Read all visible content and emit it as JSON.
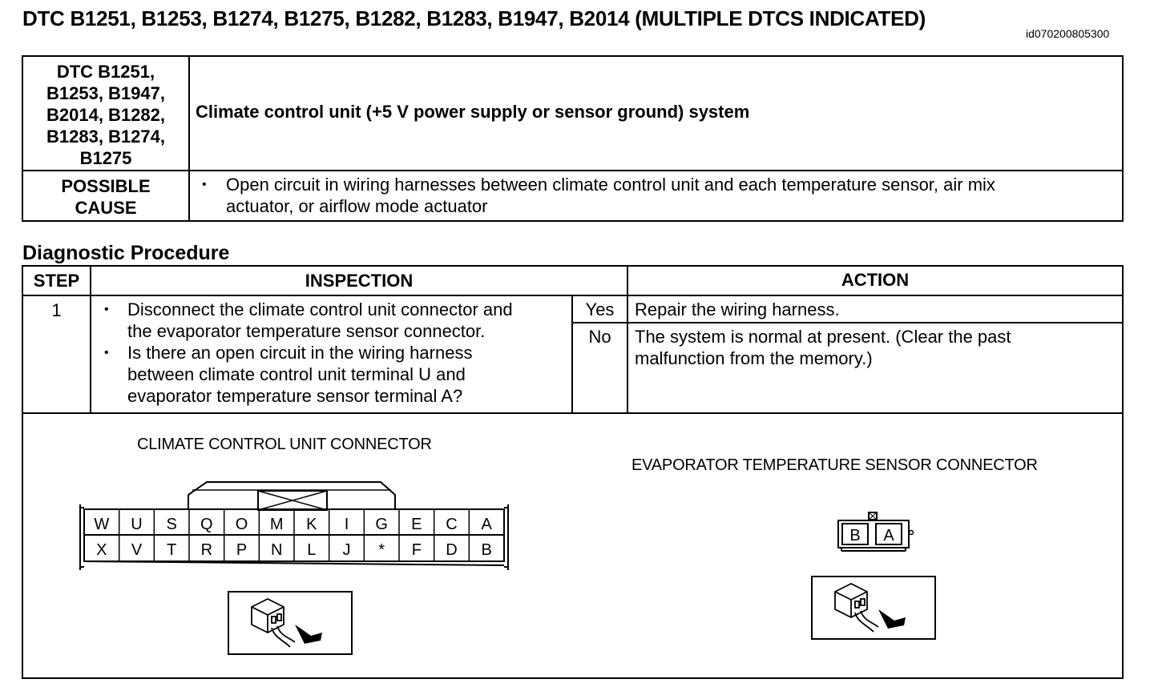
{
  "title": "DTC B1251, B1253, B1274, B1275, B1282, B1283, B1947, B2014 (MULTIPLE DTCS INDICATED)",
  "doc_id": "id070200805300",
  "summary": {
    "dtc_lines": [
      "DTC B1251,",
      "B1253, B1947,",
      "B2014, B1282,",
      "B1283, B1274,",
      "B1275"
    ],
    "description": "Climate control unit (+5 V power supply or sensor ground) system",
    "possible_cause_label": [
      "POSSIBLE",
      "CAUSE"
    ],
    "possible_cause_lines": [
      "Open circuit in wiring harnesses between climate control unit and each temperature sensor, air mix",
      "actuator, or airflow mode actuator"
    ]
  },
  "section_title": "Diagnostic Procedure",
  "procedure": {
    "headers": {
      "step": "STEP",
      "inspection": "INSPECTION",
      "action": "ACTION"
    },
    "step_number": "1",
    "inspection_items": [
      [
        "Disconnect the climate control unit connector and",
        "the evaporator temperature sensor connector."
      ],
      [
        "Is there an open circuit in the wiring harness",
        "between climate control unit terminal U and",
        "evaporator temperature sensor terminal A?"
      ]
    ],
    "yes_label": "Yes",
    "yes_action": "Repair the wiring harness.",
    "no_label": "No",
    "no_action_lines": [
      "The system is normal at present. (Clear the past",
      "malfunction from the memory.)"
    ]
  },
  "diagram": {
    "ccu_label": "CLIMATE CONTROL UNIT CONNECTOR",
    "ccu_top_row": [
      "W",
      "U",
      "S",
      "Q",
      "O",
      "M",
      "K",
      "I",
      "G",
      "E",
      "C",
      "A"
    ],
    "ccu_bottom_row": [
      "X",
      "V",
      "T",
      "R",
      "P",
      "N",
      "L",
      "J",
      "*",
      "F",
      "D",
      "B"
    ],
    "evap_label": "EVAPORATOR TEMPERATURE SENSOR CONNECTOR",
    "evap_terminals": [
      "B",
      "A"
    ]
  },
  "bullet_glyph": "•"
}
